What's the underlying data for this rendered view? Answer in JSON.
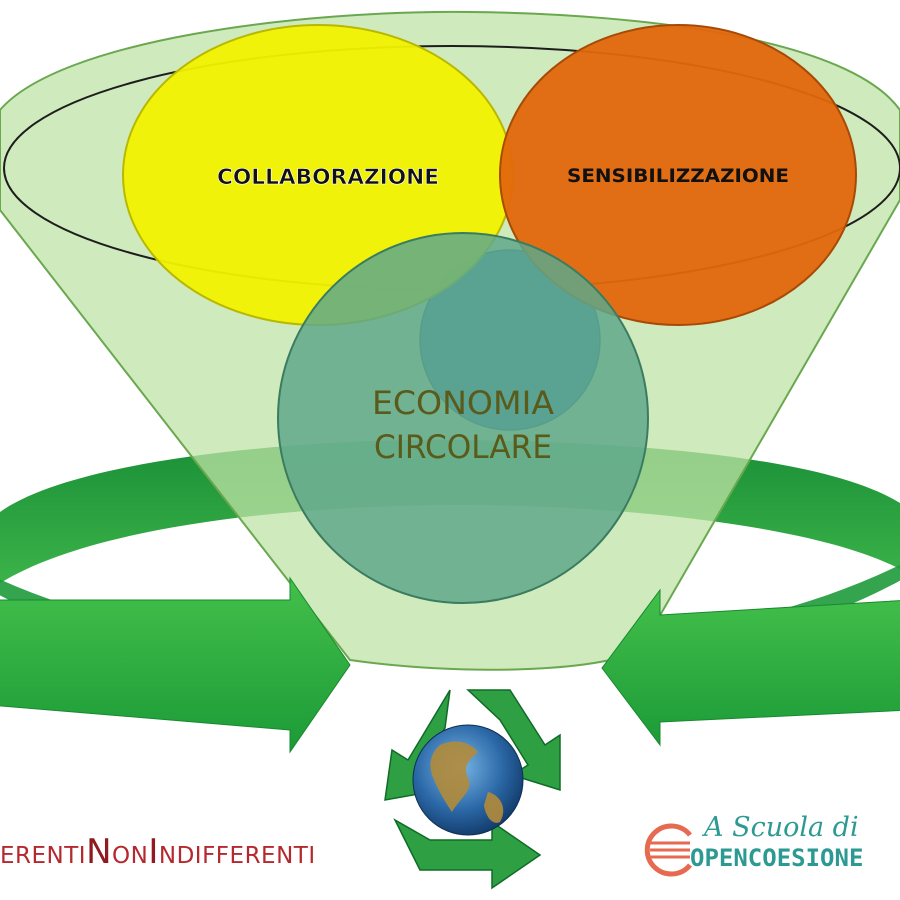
{
  "diagram": {
    "nodes": {
      "collaborazione": "COLLABORAZIONE",
      "sensibilizzazione": "SENSIBILIZZAZIONE",
      "economia_line1": "ECONOMIA",
      "economia_line2": "CIRCOLARE"
    },
    "colors": {
      "collaborazione": "#f2f200",
      "sensibilizzazione": "#e2670c",
      "economia": "#5fa889",
      "blue_circle": "#3f86c9",
      "funnel": "#bfe3a6",
      "ring": "#1e9a3c"
    }
  },
  "branding": {
    "left_parts": [
      "ERENTI",
      "N",
      "ON",
      "I",
      "NDIFFERENTI"
    ],
    "right_line1": "A Scuola di",
    "right_line2": "OPENCOESIONE"
  },
  "icons": {
    "center": "recycle-globe-icon",
    "right_logo": "opencoesione-logo-icon"
  }
}
